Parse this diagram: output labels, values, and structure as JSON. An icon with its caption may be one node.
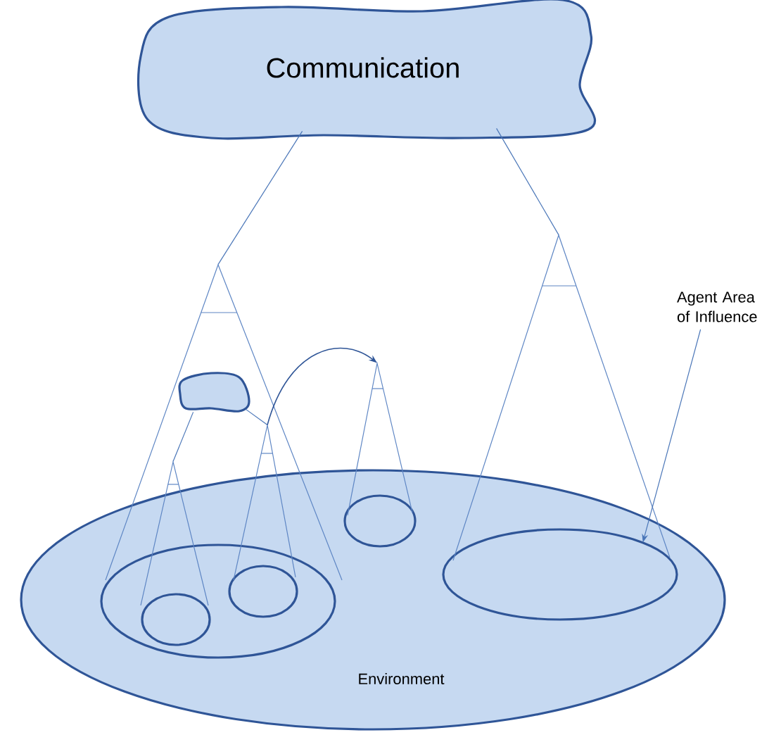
{
  "diagram": {
    "nodes": [
      {
        "text": [
          "Communication"
        ]
      },
      {
        "text": [
          "Environment"
        ]
      },
      {
        "text": [],
        "shape": "ellipse",
        "in": 1
      },
      {
        "text": [],
        "shape": "circle",
        "in": 2
      },
      {
        "text": [],
        "shape": "circle",
        "in": 2
      },
      {
        "text": [],
        "shape": "circle",
        "in": 1
      },
      {
        "text": [],
        "shape": "ellipse",
        "in": 1
      },
      {
        "text": [],
        "shape": "cone"
      },
      {
        "text": [],
        "shape": "cloud",
        "in": 7
      },
      {
        "text": [],
        "shape": "cone",
        "in": 7
      },
      {
        "text": [],
        "shape": "cone",
        "in": 7
      },
      {
        "text": [],
        "shape": "cone"
      },
      {
        "text": [],
        "shape": "cone"
      },
      {
        "text": [
          "Agent Area of Influence"
        ]
      }
    ],
    "edges": [
      {
        "from": 0,
        "to": 7,
        "arrow": "none"
      },
      {
        "from": 0,
        "to": 12,
        "arrow": "none"
      },
      {
        "from": 8,
        "to": 9,
        "arrow": "none"
      },
      {
        "from": 8,
        "to": 10,
        "arrow": "none"
      },
      {
        "from": 10,
        "to": 11,
        "arrow": "to"
      },
      {
        "from": 13,
        "to": 6,
        "arrow": "to"
      }
    ]
  }
}
